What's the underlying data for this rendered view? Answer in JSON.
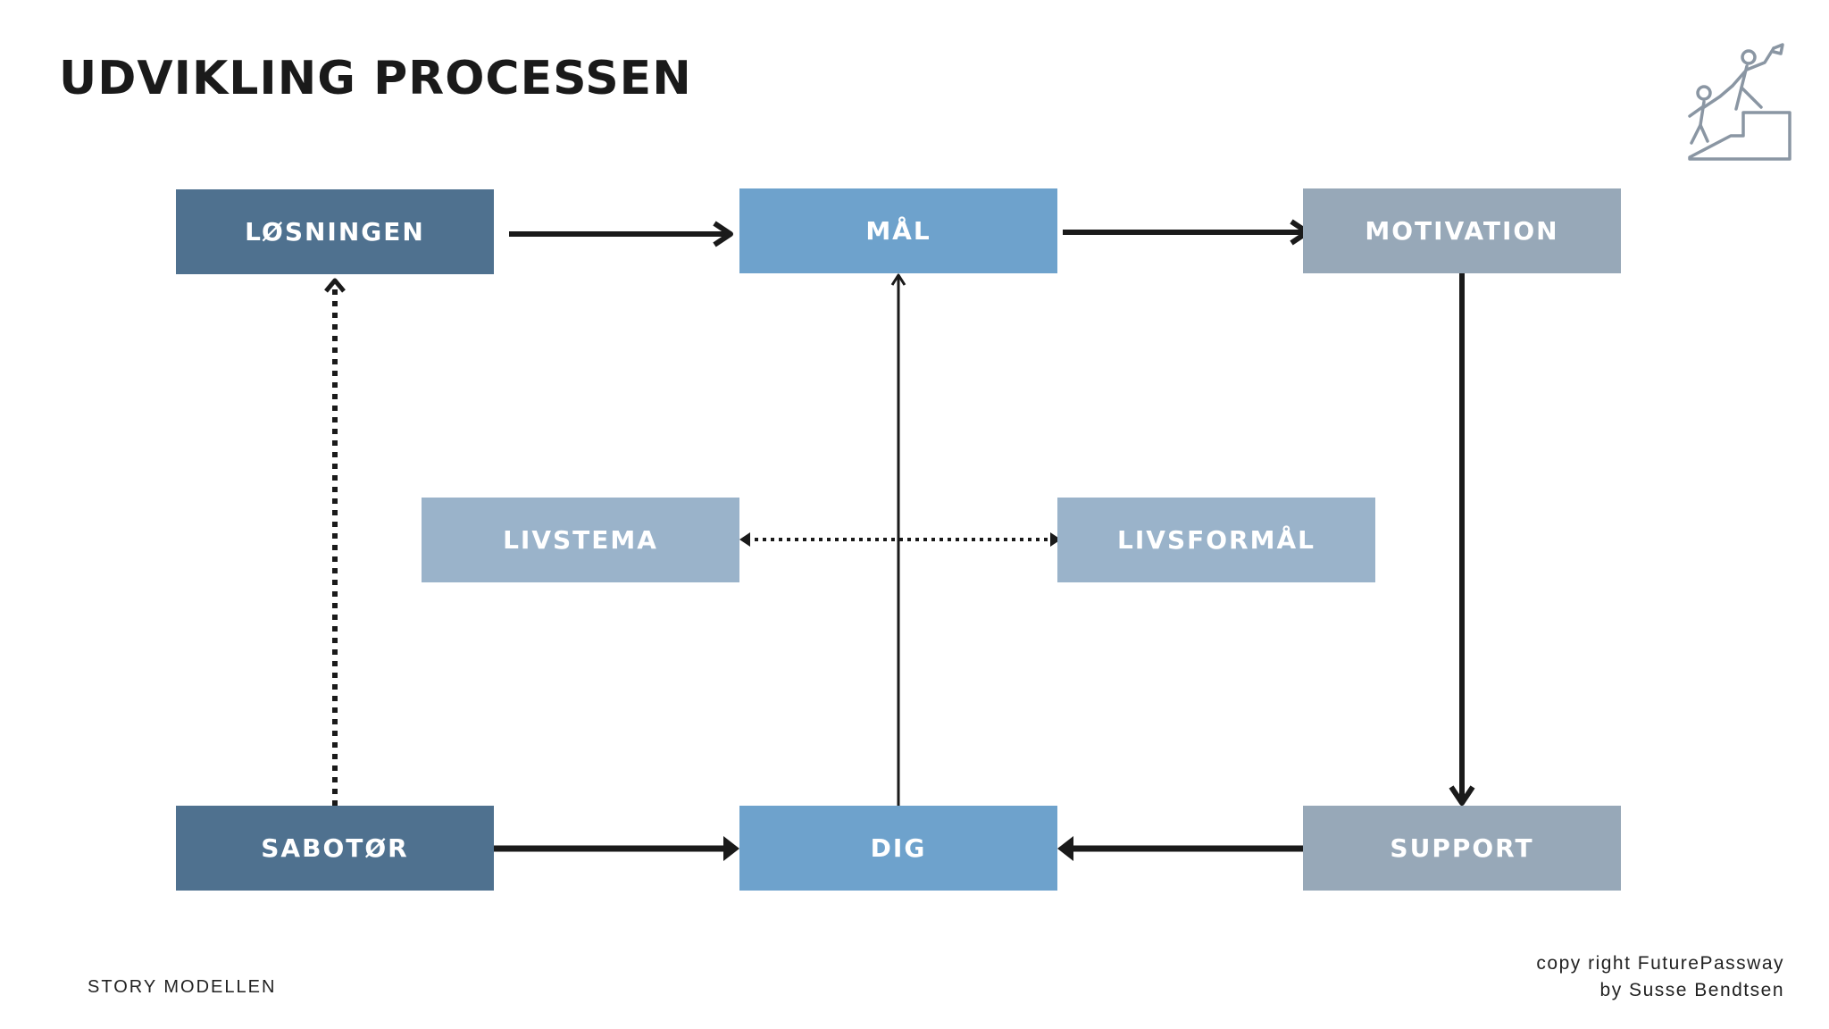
{
  "title": "UDVIKLING PROCESSEN",
  "nodes": {
    "losningen": {
      "label": "LØSNINGEN",
      "color": "#4f718f"
    },
    "maal": {
      "label": "MÅL",
      "color": "#6ea2cc"
    },
    "motivation": {
      "label": "MOTIVATION",
      "color": "#97a8b8"
    },
    "livstema": {
      "label": "LIVSTEMA",
      "color": "#9ab3ca"
    },
    "livsformaal": {
      "label": "LIVSFORMÅL",
      "color": "#9ab3ca"
    },
    "sabotor": {
      "label": "SABOTØR",
      "color": "#4f718f"
    },
    "dig": {
      "label": "DIG",
      "color": "#6ea2cc"
    },
    "support": {
      "label": "SUPPORT",
      "color": "#97a8b8"
    }
  },
  "edges": [
    {
      "from": "LØSNINGEN",
      "to": "MÅL",
      "style": "solid"
    },
    {
      "from": "MÅL",
      "to": "MOTIVATION",
      "style": "solid"
    },
    {
      "from": "MOTIVATION",
      "to": "SUPPORT",
      "style": "solid"
    },
    {
      "from": "SUPPORT",
      "to": "DIG",
      "style": "solid"
    },
    {
      "from": "SABOTØR",
      "to": "DIG",
      "style": "solid"
    },
    {
      "from": "DIG",
      "to": "MÅL",
      "style": "thin"
    },
    {
      "from": "SABOTØR",
      "to": "LØSNINGEN",
      "style": "dotted"
    },
    {
      "from": "LIVSTEMA",
      "to": "LIVSFORMÅL",
      "style": "dotted-bidirectional"
    }
  ],
  "footer": {
    "left": "STORY MODELLEN",
    "right_line1": "copy right FuturePassway",
    "right_line2": "by Susse Bendtsen"
  },
  "logo": {
    "icon": "climbing-people-icon",
    "color": "#8a96a3"
  }
}
